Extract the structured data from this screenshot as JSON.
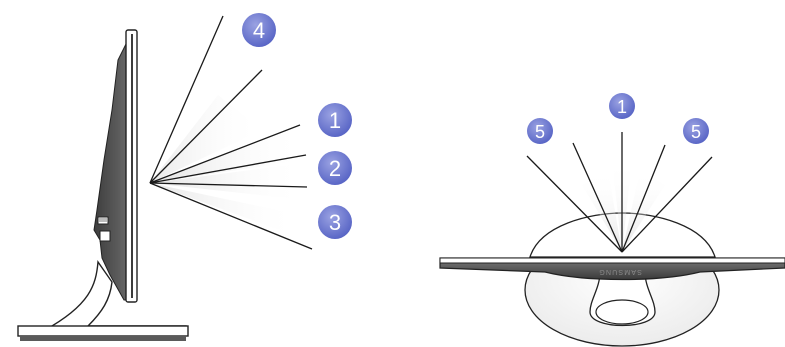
{
  "side_view": {
    "badges": {
      "top": "4",
      "upper": "1",
      "middle": "2",
      "lower": "3"
    }
  },
  "top_view": {
    "badges": {
      "center": "1",
      "left": "5",
      "right": "5"
    },
    "brand": "SAMSUNG"
  },
  "colors": {
    "badge_fill": "#6672cc",
    "badge_highlight": "#8f98de",
    "line": "#1a1a1a",
    "panel_dark": "#4f4f4f",
    "stand_outline": "#222222"
  }
}
